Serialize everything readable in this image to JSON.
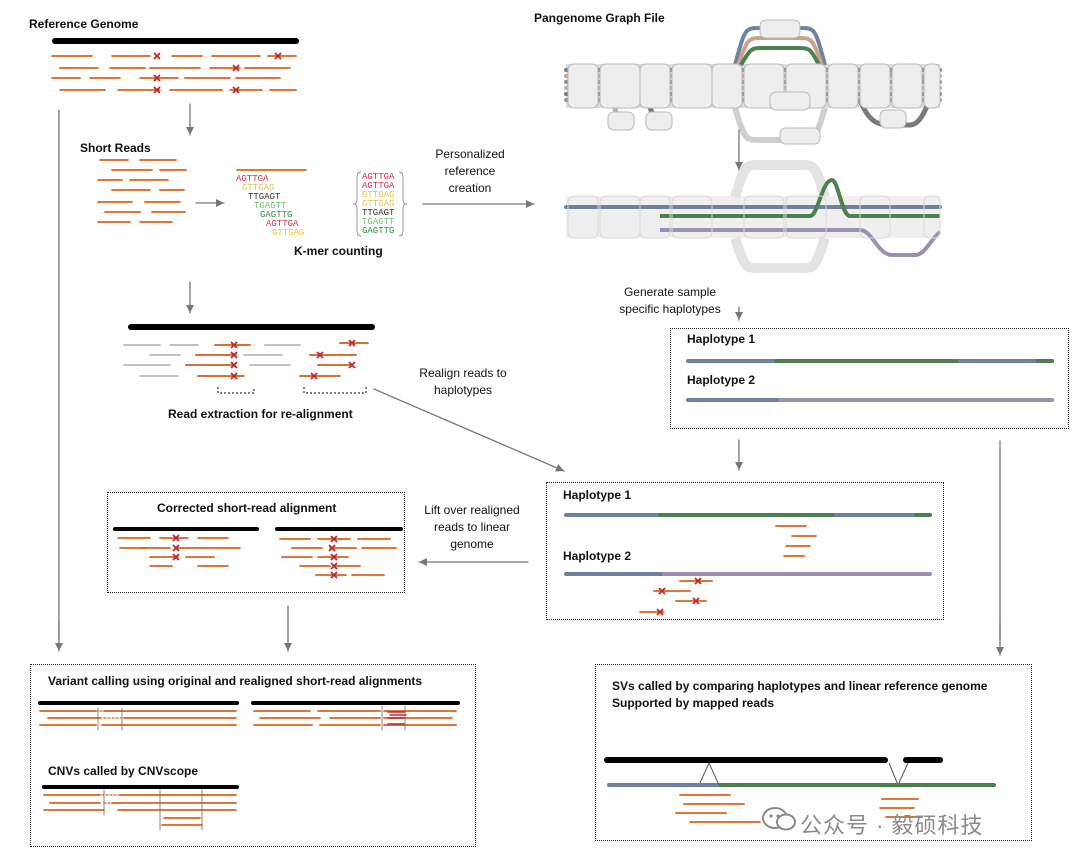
{
  "labels": {
    "reference_genome": "Reference Genome",
    "short_reads": "Short Reads",
    "kmer_counting": "K-mer counting",
    "personalized_1": "Personalized",
    "personalized_2": "reference",
    "personalized_3": "creation",
    "pangenome_graph_file": "Pangenome Graph File",
    "generate_1": "Generate sample",
    "generate_2": "specific haplotypes",
    "read_extraction": "Read extraction for re-alignment",
    "realign_1": "Realign reads to",
    "realign_2": "haplotypes",
    "haplotype_1": "Haplotype 1",
    "haplotype_2": "Haplotype 2",
    "corrected_alignment": "Corrected short-read alignment",
    "liftover_1": "Lift over realigned",
    "liftover_2": "reads to linear",
    "liftover_3": "genome",
    "variant_calling": "Variant calling using original and realigned short-read alignments",
    "cnvs_called": "CNVs called by CNVscope",
    "svs_called_1": "SVs called by comparing haplotypes and linear reference genome",
    "svs_called_2": "Supported by mapped reads"
  },
  "kmers_left": [
    {
      "text": "AGTTGA",
      "color": "#d6334f"
    },
    {
      "text": "GTTGAG",
      "color": "#e8c23a"
    },
    {
      "text": "TTGAGT",
      "color": "#333333"
    },
    {
      "text": "TGAGTT",
      "color": "#6bc56b"
    },
    {
      "text": "GAGTTG",
      "color": "#2e8f46"
    },
    {
      "text": "AGTTGA",
      "color": "#d6334f"
    },
    {
      "text": "GTTGAG",
      "color": "#e8c23a"
    }
  ],
  "kmers_right": [
    {
      "text": "AGTTGA",
      "color": "#d6334f"
    },
    {
      "text": "AGTTGA",
      "color": "#d6334f"
    },
    {
      "text": "GTTGAG",
      "color": "#e8c23a"
    },
    {
      "text": "GTTGAG",
      "color": "#e8c23a"
    },
    {
      "text": "TTGAGT",
      "color": "#333333"
    },
    {
      "text": "TGAGTT",
      "color": "#6bc56b"
    },
    {
      "text": "GAGTTG",
      "color": "#2e8f46"
    }
  ],
  "watermark": "公众号 · 毅硕科技",
  "colors": {
    "read": "#d9631e",
    "read_grey": "#b9b9b9",
    "snp": "#c0262b",
    "haplo_blue": "#6e82a0",
    "haplo_green": "#4e7f4e",
    "haplo_purple": "#9d8fb1",
    "arrow": "#777777"
  }
}
